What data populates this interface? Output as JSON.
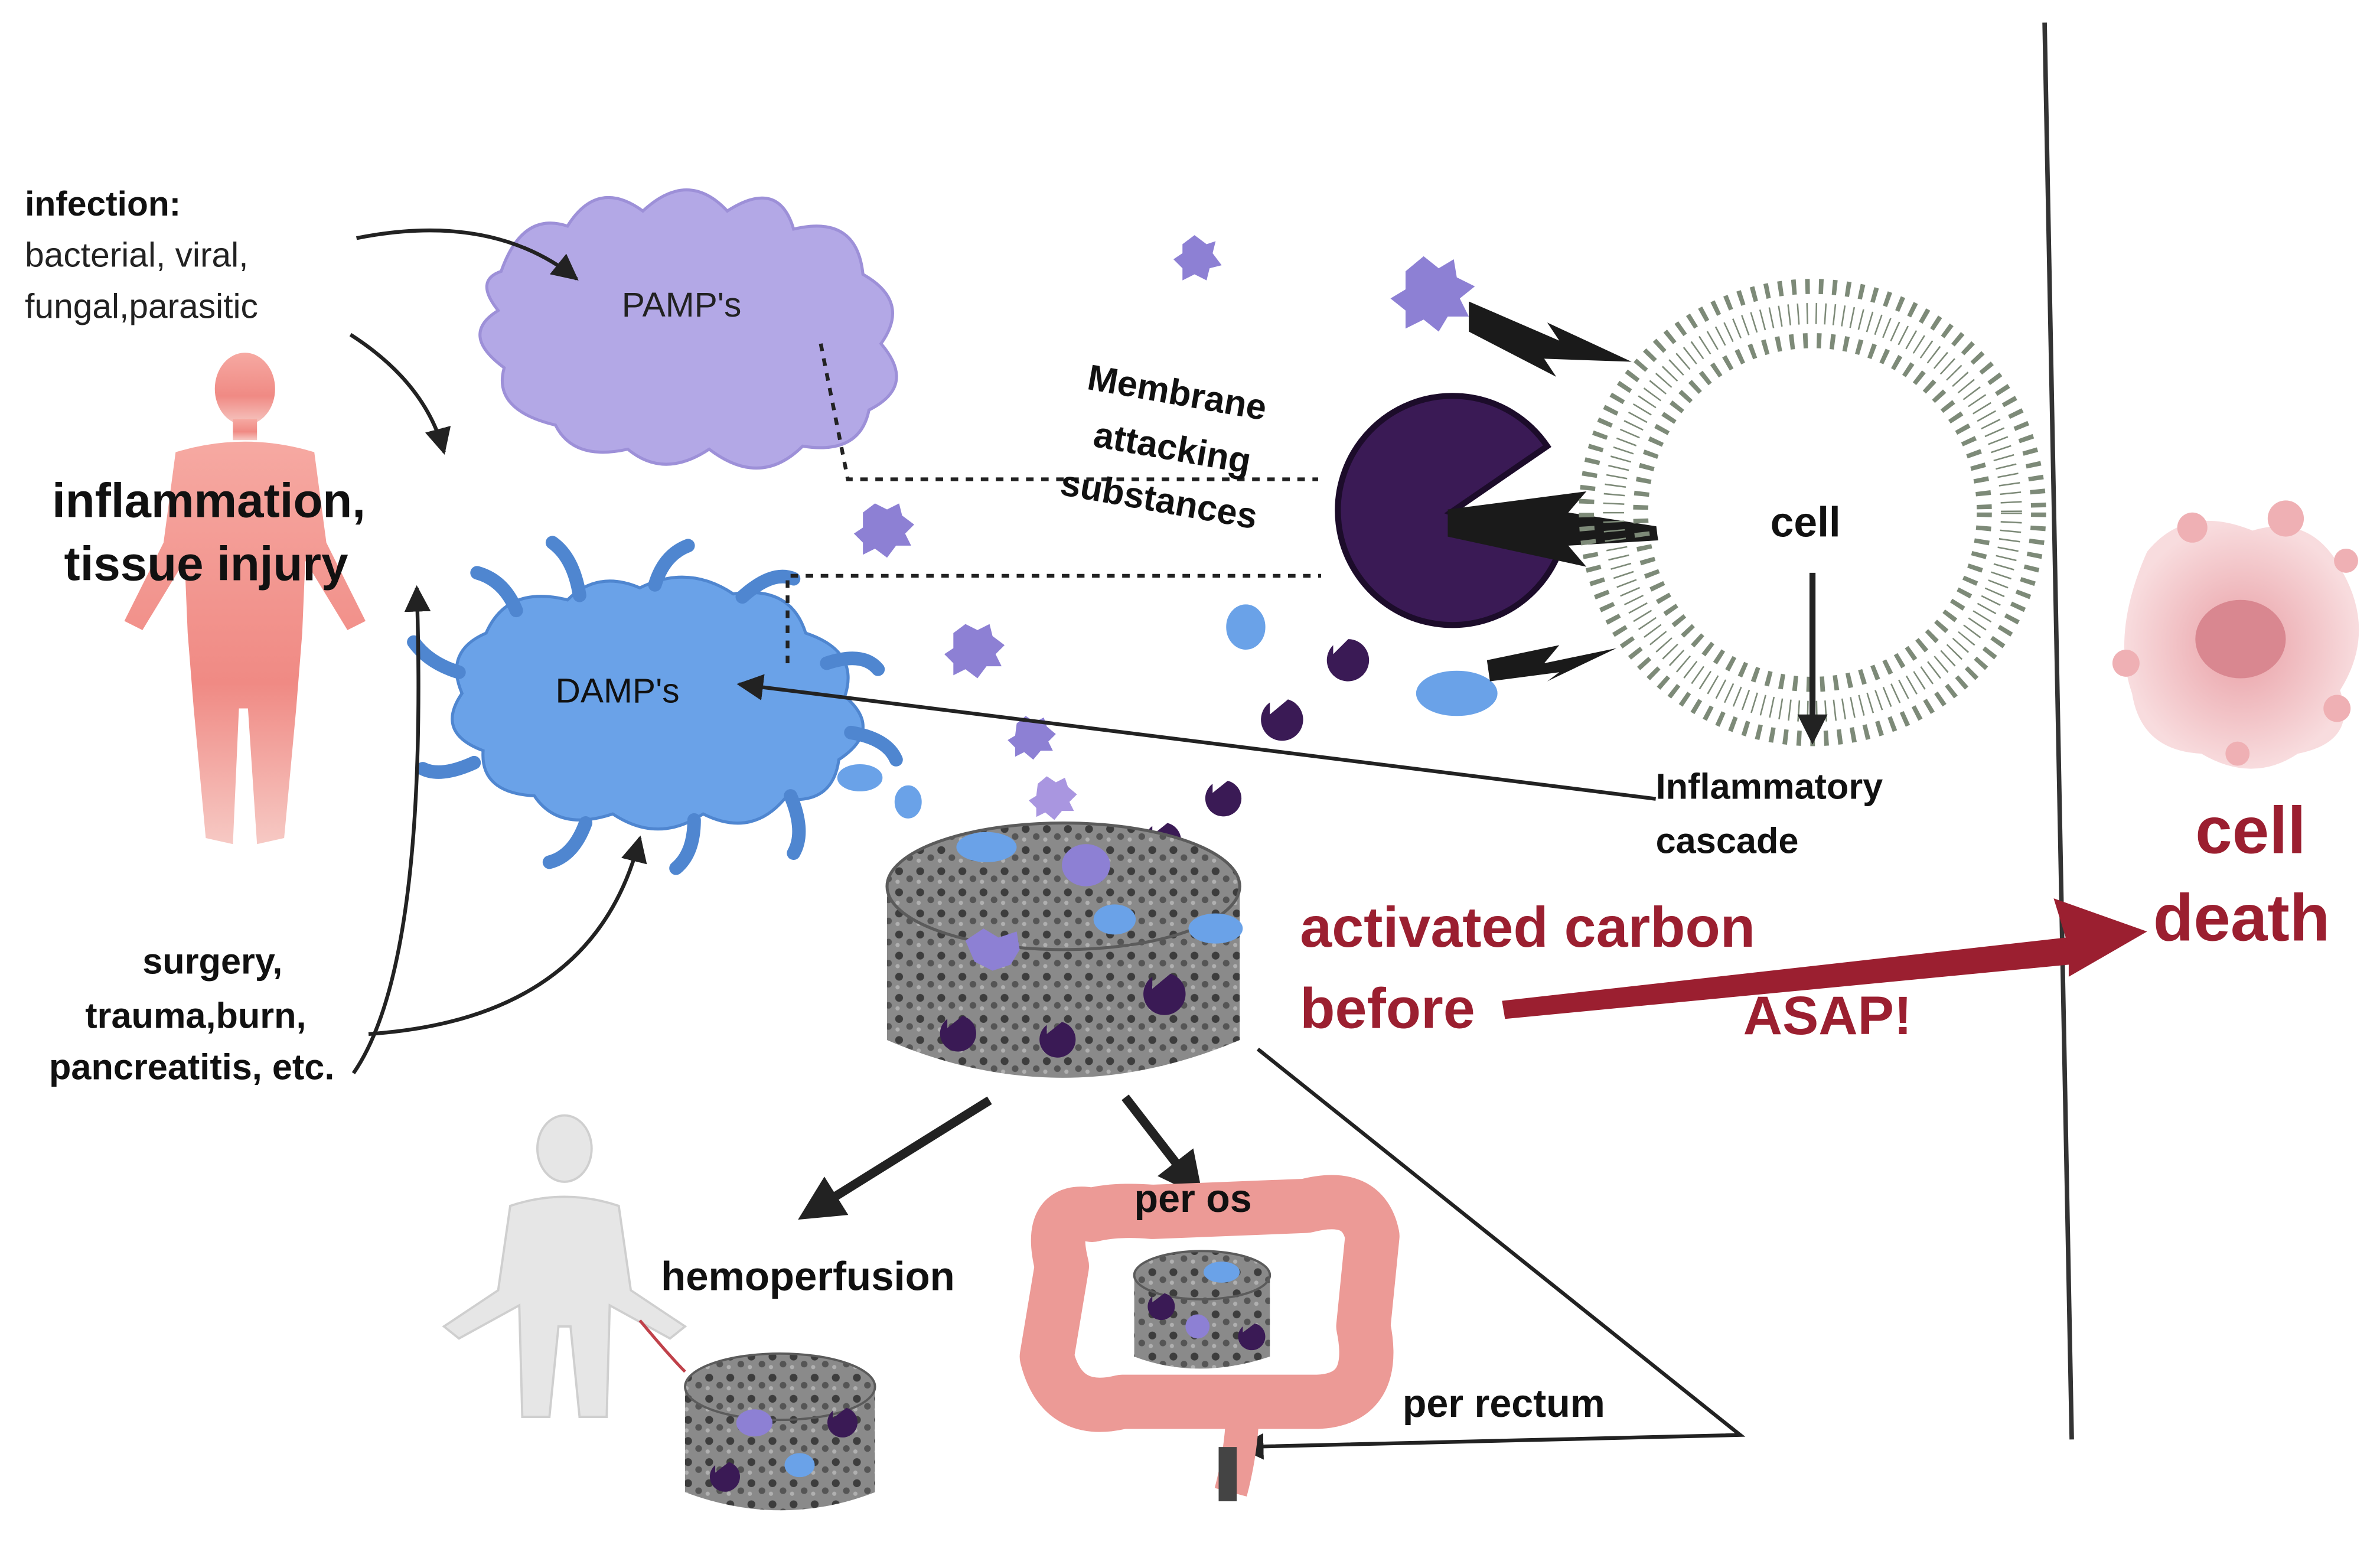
{
  "infection": {
    "heading": "infection:",
    "line1": "bacterial, viral,",
    "line2": "fungal,parasitic"
  },
  "inflammation": {
    "line1": "inflammation,",
    "line2": "tissue injury"
  },
  "pamps_label": "PAMP's",
  "damps_label": "DAMP's",
  "membrane": {
    "line1": "Membrane",
    "line2": "attacking",
    "line3": "substances"
  },
  "cell_label": "cell",
  "cascade": {
    "line1": "Inflammatory",
    "line2": "cascade"
  },
  "cell_death": {
    "line1": "cell",
    "line2": "death"
  },
  "activated": {
    "line1": "activated carbon",
    "line2": "before",
    "asap": "ASAP!"
  },
  "sterile_causes": {
    "line1": "surgery,",
    "line2": "trauma,burn,",
    "line3": "pancreatitis, etc."
  },
  "routes": {
    "hemoperfusion": "hemoperfusion",
    "per_os": "per os",
    "per_rectum": "per rectum"
  },
  "colors": {
    "dark_red": "#9b1f30",
    "pamp_purple": "#b3a8e6",
    "damp_blue": "#6aa2e8",
    "attacker_purple": "#3a1a55",
    "carbon_gray": "#6d6d6d",
    "membrane_gray": "#7d8a78"
  }
}
